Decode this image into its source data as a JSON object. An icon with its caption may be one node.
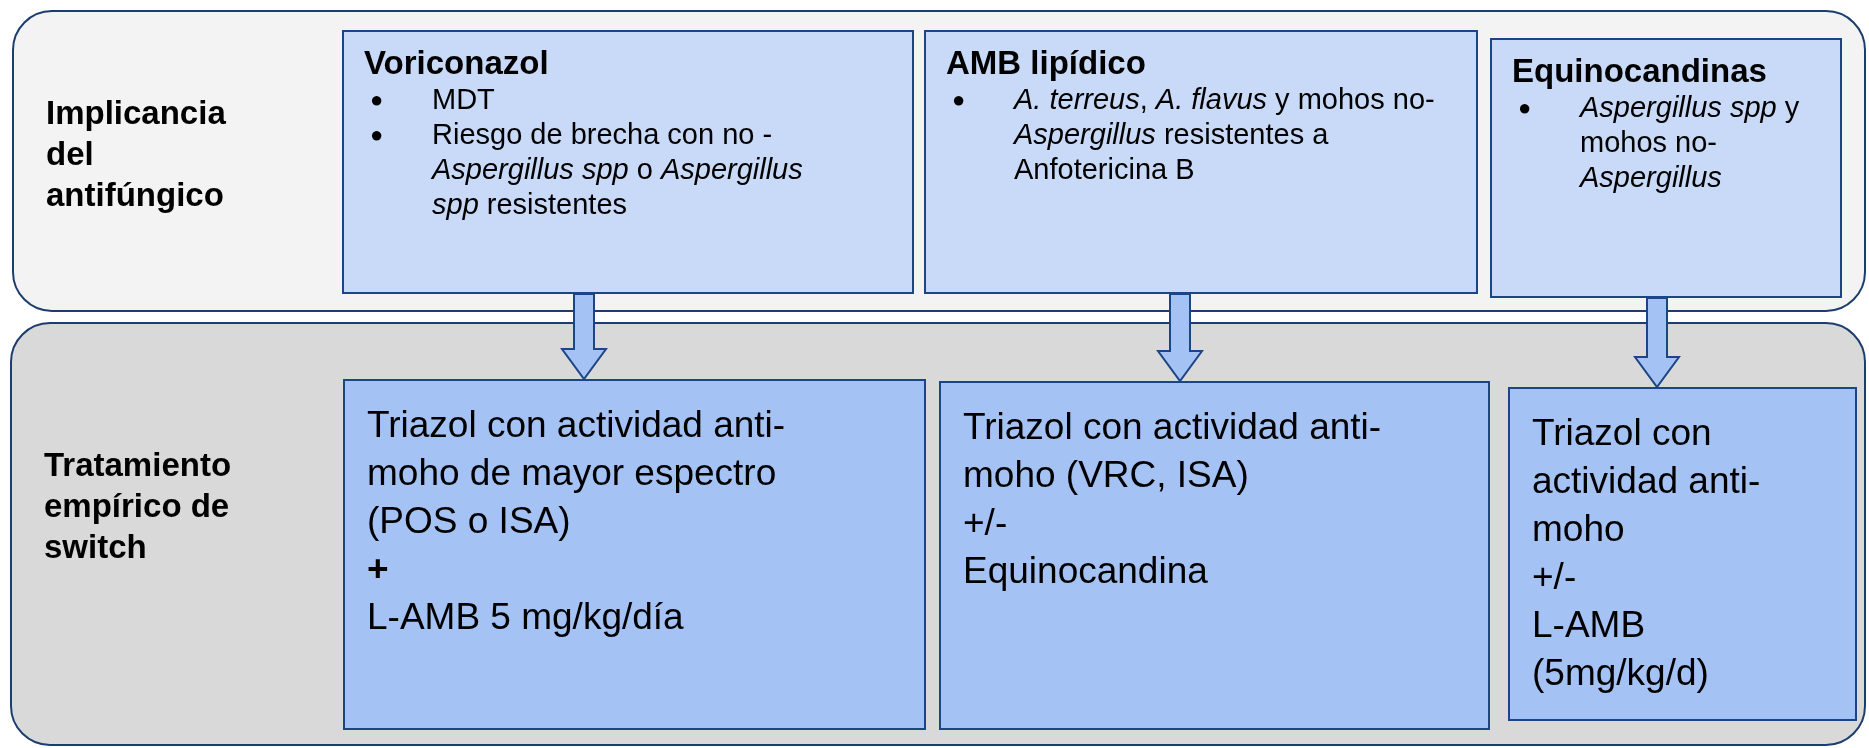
{
  "diagram": {
    "nodes": [
      {
        "text": [
          "Implicancia del antifúngico"
        ]
      },
      {
        "text": [
          "Voriconazol",
          "●",
          "MDT",
          "●",
          "Riesgo de brecha con no - *Aspergillus spp* o *Aspergillus spp* resistentes"
        ],
        "in": 0
      },
      {
        "text": [
          "AMB lipídico",
          "●",
          "*A. terreus*, *A. flavus* y mohos no-*Aspergillus* resistentes a Anfotericina B"
        ],
        "in": 0
      },
      {
        "text": [
          "Equinocandinas",
          "●",
          "*Aspergillus spp* y mohos no-*Aspergillus*"
        ],
        "in": 0
      },
      {
        "text": [
          "Tratamiento empírico de switch"
        ]
      },
      {
        "text": [
          "Triazol con actividad anti-moho de mayor espectro (POS o ISA)",
          "+",
          "L-AMB 5 mg/kg/día"
        ],
        "in": 4
      },
      {
        "text": [
          "Triazol con actividad anti-moho (VRC, ISA)",
          "+/-",
          "Equinocandina"
        ],
        "in": 4
      },
      {
        "text": [
          "Triazol con actividad anti-moho",
          "+/-",
          "L-AMB (5mg/kg/d)"
        ],
        "in": 4
      }
    ],
    "edges": [
      {
        "from": 1,
        "to": 5,
        "arrow": "to"
      },
      {
        "from": 2,
        "to": 6,
        "arrow": "to"
      },
      {
        "from": 3,
        "to": 7,
        "arrow": "to"
      }
    ]
  }
}
